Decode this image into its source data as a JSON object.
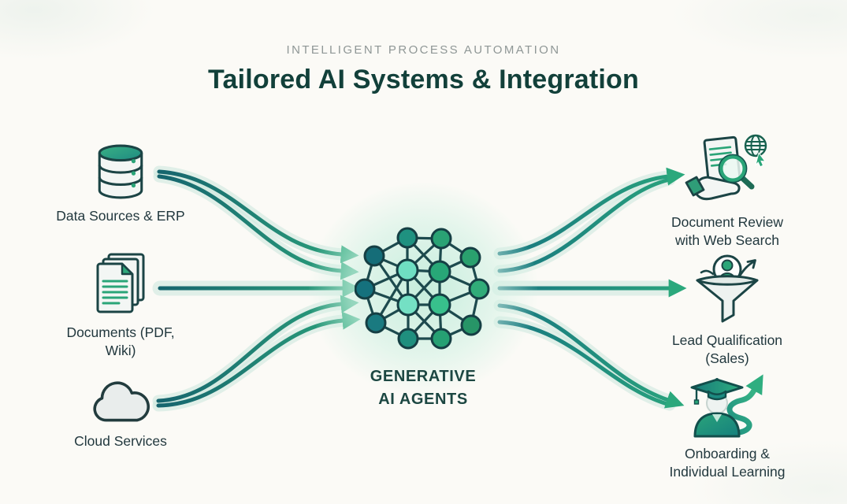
{
  "header": {
    "eyebrow": "INTELLIGENT PROCESS AUTOMATION",
    "title": "Tailored AI Systems & Integration"
  },
  "center": {
    "label": "GENERATIVE\nAI AGENTS",
    "icon": "neural-network-icon"
  },
  "inputs": [
    {
      "id": "data-sources-erp",
      "label": "Data Sources & ERP",
      "icon": "database-icon"
    },
    {
      "id": "documents-pdf-wiki",
      "label": "Documents (PDF,\nWiki)",
      "icon": "documents-icon"
    },
    {
      "id": "cloud-services",
      "label": "Cloud Services",
      "icon": "cloud-icon"
    }
  ],
  "outputs": [
    {
      "id": "document-review",
      "label": "Document Review\nwith Web Search",
      "icon": "document-search-globe-icon"
    },
    {
      "id": "lead-qualification",
      "label": "Lead Qualification\n(Sales)",
      "icon": "lead-funnel-icon"
    },
    {
      "id": "onboarding-learning",
      "label": "Onboarding &\nIndividual Learning",
      "icon": "graduate-growth-icon"
    }
  ],
  "connections": [
    {
      "from": "Data Sources & ERP",
      "to": "Generative AI Agents"
    },
    {
      "from": "Documents (PDF, Wiki)",
      "to": "Generative AI Agents"
    },
    {
      "from": "Cloud Services",
      "to": "Generative AI Agents"
    },
    {
      "from": "Generative AI Agents",
      "to": "Document Review with Web Search"
    },
    {
      "from": "Generative AI Agents",
      "to": "Lead Qualification (Sales)"
    },
    {
      "from": "Generative AI Agents",
      "to": "Onboarding & Individual Learning"
    }
  ],
  "colors": {
    "background": "#fbfaf6",
    "title": "#12403a",
    "eyebrow": "#8f9796",
    "label_text": "#22383e",
    "arrow_teal": "#16646e",
    "arrow_green": "#2ba77c",
    "arrow_glow": "#cfe8df",
    "node_dark_teal": "#156d78",
    "node_green": "#2aa274",
    "node_mint": "#6fdec2",
    "node_bright_green": "#38c08c",
    "network_edge": "#1d4a4e",
    "icon_outline": "#1b4445",
    "icon_accent_green": "#2aa578",
    "icon_paper": "#f3f6f4"
  }
}
